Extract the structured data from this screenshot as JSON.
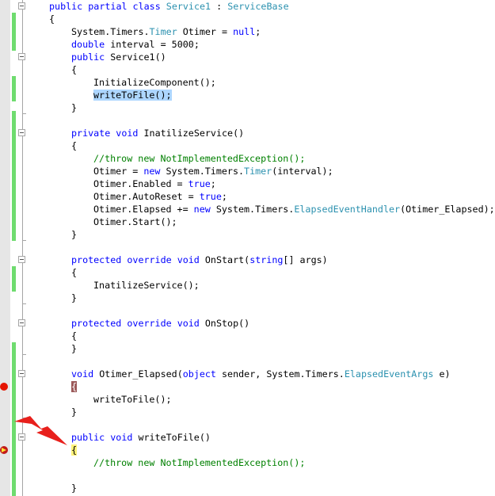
{
  "editor": {
    "colors": {
      "keyword": "#0000ff",
      "type": "#2b91af",
      "comment": "#008000",
      "selection": "#add6ff",
      "change_bar": "#6fdc6f",
      "breakpoint": "#e51400"
    },
    "breakpoint_line": 30,
    "current_statement_line": 35,
    "lines": [
      {
        "indent": 0,
        "tokens": [
          [
            "public partial class ",
            "kw"
          ],
          [
            "Service1",
            "ty"
          ],
          [
            " : ",
            ""
          ],
          [
            "ServiceBase",
            "ty"
          ]
        ]
      },
      {
        "indent": 0,
        "tokens": [
          [
            "{",
            ""
          ]
        ]
      },
      {
        "indent": 1,
        "tokens": [
          [
            "System.Timers.",
            ""
          ],
          [
            "Timer",
            "ty"
          ],
          [
            " Otimer = ",
            ""
          ],
          [
            "null",
            "kw"
          ],
          [
            ";",
            ""
          ]
        ]
      },
      {
        "indent": 1,
        "tokens": [
          [
            "double",
            "kw"
          ],
          [
            " interval = 5000;",
            ""
          ]
        ]
      },
      {
        "indent": 1,
        "tokens": [
          [
            "public",
            "kw"
          ],
          [
            " Service1()",
            ""
          ]
        ]
      },
      {
        "indent": 1,
        "tokens": [
          [
            "{",
            ""
          ]
        ]
      },
      {
        "indent": 2,
        "tokens": [
          [
            "InitializeComponent();",
            ""
          ]
        ]
      },
      {
        "indent": 2,
        "tokens": [
          [
            "writeToFile();",
            "sel"
          ]
        ]
      },
      {
        "indent": 1,
        "tokens": [
          [
            "}",
            ""
          ]
        ]
      },
      {
        "indent": 0,
        "tokens": []
      },
      {
        "indent": 1,
        "tokens": [
          [
            "private void",
            "kw"
          ],
          [
            " InatilizeService()",
            ""
          ]
        ]
      },
      {
        "indent": 1,
        "tokens": [
          [
            "{",
            ""
          ]
        ]
      },
      {
        "indent": 2,
        "tokens": [
          [
            "//throw new NotImplementedException();",
            "cm"
          ]
        ]
      },
      {
        "indent": 2,
        "tokens": [
          [
            "Otimer = ",
            ""
          ],
          [
            "new",
            "kw"
          ],
          [
            " System.Timers.",
            ""
          ],
          [
            "Timer",
            "ty"
          ],
          [
            "(interval);",
            ""
          ]
        ]
      },
      {
        "indent": 2,
        "tokens": [
          [
            "Otimer.Enabled = ",
            ""
          ],
          [
            "true",
            "kw"
          ],
          [
            ";",
            ""
          ]
        ]
      },
      {
        "indent": 2,
        "tokens": [
          [
            "Otimer.AutoReset = ",
            ""
          ],
          [
            "true",
            "kw"
          ],
          [
            ";",
            ""
          ]
        ]
      },
      {
        "indent": 2,
        "tokens": [
          [
            "Otimer.Elapsed += ",
            ""
          ],
          [
            "new",
            "kw"
          ],
          [
            " System.Timers.",
            ""
          ],
          [
            "ElapsedEventHandler",
            "ty"
          ],
          [
            "(Otimer_Elapsed);",
            ""
          ]
        ]
      },
      {
        "indent": 2,
        "tokens": [
          [
            "Otimer.Start();",
            ""
          ]
        ]
      },
      {
        "indent": 1,
        "tokens": [
          [
            "}",
            ""
          ]
        ]
      },
      {
        "indent": 0,
        "tokens": []
      },
      {
        "indent": 1,
        "tokens": [
          [
            "protected override void",
            "kw"
          ],
          [
            " OnStart(",
            ""
          ],
          [
            "string",
            "kw"
          ],
          [
            "[] args)",
            ""
          ]
        ]
      },
      {
        "indent": 1,
        "tokens": [
          [
            "{",
            ""
          ]
        ]
      },
      {
        "indent": 2,
        "tokens": [
          [
            "InatilizeService();",
            ""
          ]
        ]
      },
      {
        "indent": 1,
        "tokens": [
          [
            "}",
            ""
          ]
        ]
      },
      {
        "indent": 0,
        "tokens": []
      },
      {
        "indent": 1,
        "tokens": [
          [
            "protected override void",
            "kw"
          ],
          [
            " OnStop()",
            ""
          ]
        ]
      },
      {
        "indent": 1,
        "tokens": [
          [
            "{",
            ""
          ]
        ]
      },
      {
        "indent": 1,
        "tokens": [
          [
            "}",
            ""
          ]
        ]
      },
      {
        "indent": 0,
        "tokens": []
      },
      {
        "indent": 1,
        "tokens": [
          [
            "void",
            "kw"
          ],
          [
            " Otimer_Elapsed(",
            ""
          ],
          [
            "object",
            "kw"
          ],
          [
            " sender, System.Timers.",
            ""
          ],
          [
            "ElapsedEventArgs",
            "ty"
          ],
          [
            " e)",
            ""
          ]
        ]
      },
      {
        "indent": 1,
        "tokens": [
          [
            "{",
            "bpbrace"
          ]
        ]
      },
      {
        "indent": 2,
        "tokens": [
          [
            "writeToFile();",
            ""
          ]
        ]
      },
      {
        "indent": 1,
        "tokens": [
          [
            "}",
            ""
          ]
        ]
      },
      {
        "indent": 0,
        "tokens": []
      },
      {
        "indent": 1,
        "tokens": [
          [
            "public void",
            "kw"
          ],
          [
            " writeToFile()",
            ""
          ]
        ]
      },
      {
        "indent": 1,
        "tokens": [
          [
            "{",
            "curbrace"
          ]
        ]
      },
      {
        "indent": 2,
        "tokens": [
          [
            "//throw new NotImplementedException();",
            "cm"
          ]
        ]
      },
      {
        "indent": 0,
        "tokens": []
      },
      {
        "indent": 1,
        "tokens": [
          [
            "}",
            ""
          ]
        ]
      }
    ]
  }
}
